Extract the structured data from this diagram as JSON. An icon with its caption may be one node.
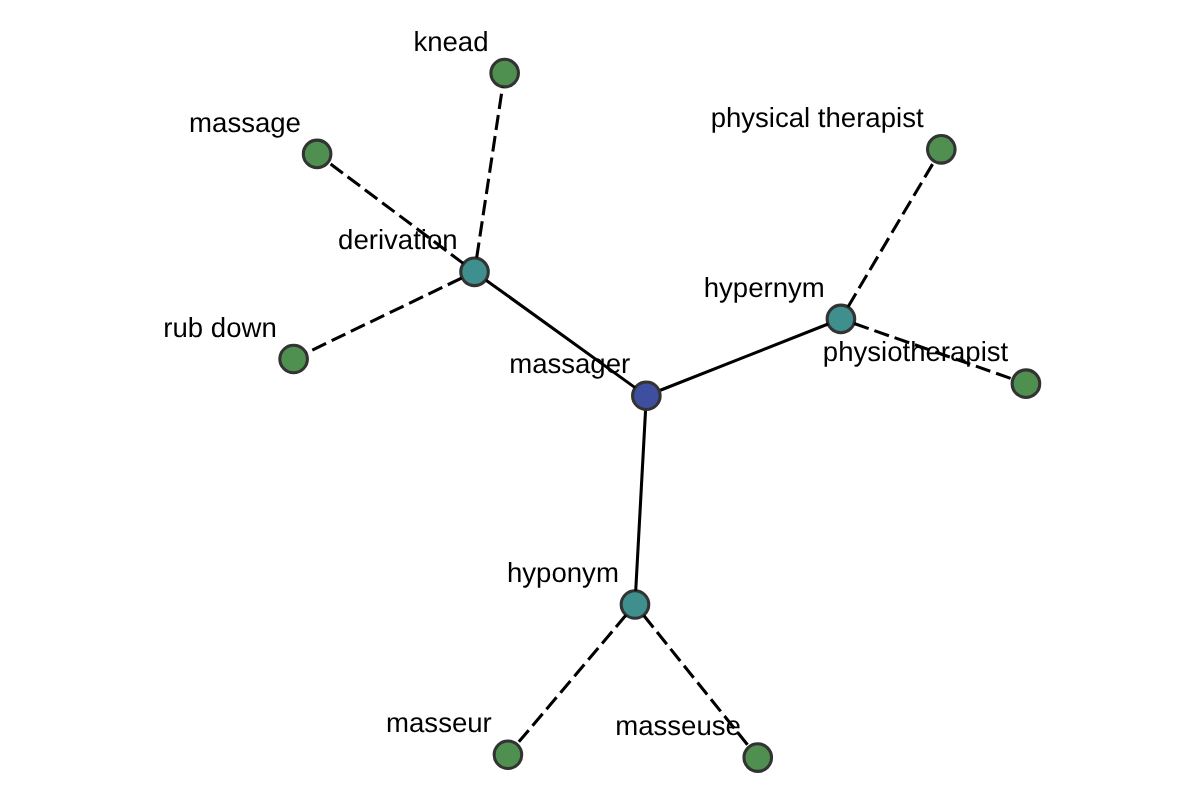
{
  "diagram": {
    "nodes": [
      {
        "text": [
          "massager"
        ]
      },
      {
        "text": [
          "hypernym"
        ]
      },
      {
        "text": [
          "physiotherapist"
        ]
      },
      {
        "text": [
          "physical therapist"
        ]
      },
      {
        "text": [
          "derivation"
        ]
      },
      {
        "text": [
          "massage"
        ]
      },
      {
        "text": [
          "rub down"
        ]
      },
      {
        "text": [
          "knead"
        ]
      },
      {
        "text": [
          "hyponym"
        ]
      },
      {
        "text": [
          "masseuse"
        ]
      },
      {
        "text": [
          "masseur"
        ]
      }
    ],
    "edges": [
      {
        "from": 0,
        "to": 1,
        "arrow": "none"
      },
      {
        "from": 0,
        "to": 4,
        "arrow": "none"
      },
      {
        "from": 0,
        "to": 8,
        "arrow": "none"
      },
      {
        "from": 1,
        "to": 2,
        "arrow": "none",
        "style": "dashed"
      },
      {
        "from": 1,
        "to": 3,
        "arrow": "none",
        "style": "dashed"
      },
      {
        "from": 4,
        "to": 5,
        "arrow": "none",
        "style": "dashed"
      },
      {
        "from": 4,
        "to": 6,
        "arrow": "none",
        "style": "dashed"
      },
      {
        "from": 4,
        "to": 7,
        "arrow": "none",
        "style": "dashed"
      },
      {
        "from": 8,
        "to": 9,
        "arrow": "none",
        "style": "dashed"
      },
      {
        "from": 8,
        "to": 10,
        "arrow": "none",
        "style": "dashed"
      }
    ]
  }
}
